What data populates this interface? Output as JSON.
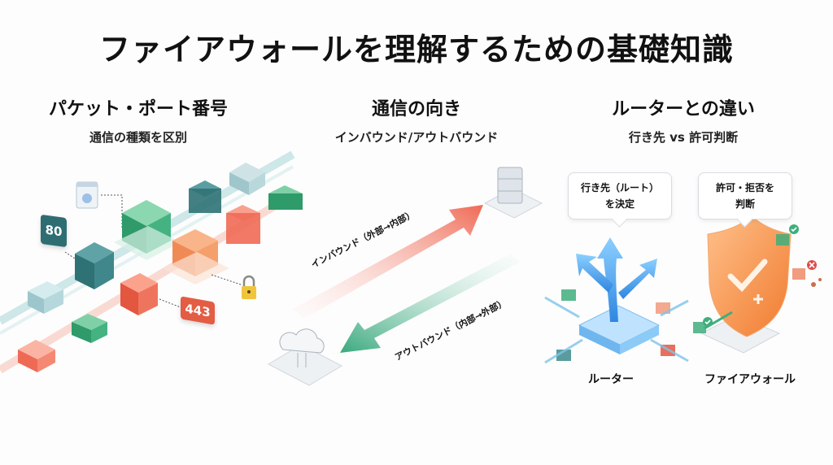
{
  "title": "ファイアウォールを理解するための基礎知識",
  "sections": [
    {
      "heading": "パケット・ポート番号",
      "subheading": "通信の種類を区別",
      "port_badges": [
        "80",
        "443"
      ],
      "icons": [
        "packet-cube-icon",
        "web-page-icon",
        "padlock-icon",
        "server-stack-icon"
      ]
    },
    {
      "heading": "通信の向き",
      "subheading": "インバウンド/アウトバウンド",
      "inbound_label": "インバウンド（外部→内部）",
      "outbound_label": "アウトバウンド（内部→外部）",
      "icons": [
        "server-icon",
        "cloud-network-icon",
        "inbound-arrow-icon",
        "outbound-arrow-icon"
      ]
    },
    {
      "heading": "ルーターとの違い",
      "subheading": "行き先 vs 許可判断",
      "router": {
        "callout_line1": "行き先（ルート）",
        "callout_line2": "を決定",
        "label": "ルーター"
      },
      "firewall": {
        "callout_line1": "許可・拒否を",
        "callout_line2": "判断",
        "label": "ファイアウォール"
      },
      "icons": [
        "router-branch-arrows-icon",
        "shield-check-icon",
        "allow-check-icon",
        "deny-x-icon"
      ]
    }
  ],
  "colors": {
    "teal": "#3d8a8c",
    "green": "#3fae7d",
    "coral": "#ee6d55",
    "orange": "#f4924f",
    "blue": "#4aa3e8",
    "gray": "#c9cfd6"
  }
}
